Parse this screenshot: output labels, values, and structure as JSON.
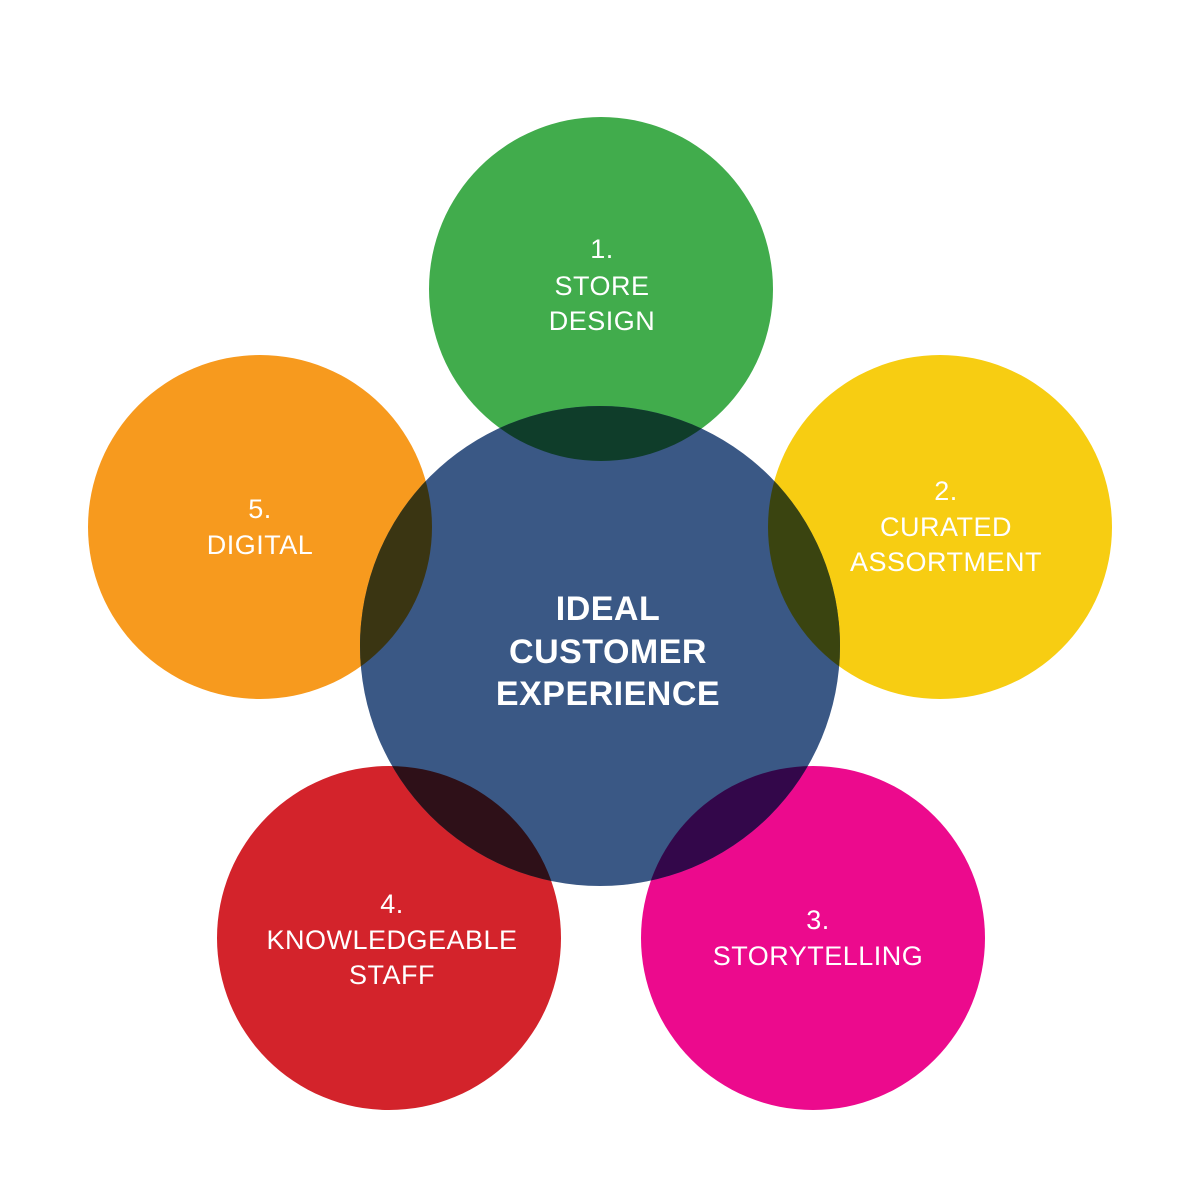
{
  "diagram": {
    "center": {
      "lines": [
        "IDEAL",
        "CUSTOMER",
        "EXPERIENCE"
      ],
      "color": "#3a5885"
    },
    "nodes": [
      {
        "number": "1.",
        "lines": [
          "STORE",
          "DESIGN"
        ],
        "color": "#41ac4c",
        "overlap_color": "#0f3d2a"
      },
      {
        "number": "2.",
        "lines": [
          "CURATED",
          "ASSORTMENT"
        ],
        "color": "#f7cd12",
        "overlap_color": "#3a4410"
      },
      {
        "number": "3.",
        "lines": [
          "STORYTELLING"
        ],
        "color": "#ec0a8d",
        "overlap_color": "#33074a"
      },
      {
        "number": "4.",
        "lines": [
          "KNOWLEDGEABLE",
          "STAFF"
        ],
        "color": "#d3232b",
        "overlap_color": "#2e1018"
      },
      {
        "number": "5.",
        "lines": [
          "DIGITAL"
        ],
        "color": "#f79a1e",
        "overlap_color": "#3a3512"
      }
    ]
  }
}
